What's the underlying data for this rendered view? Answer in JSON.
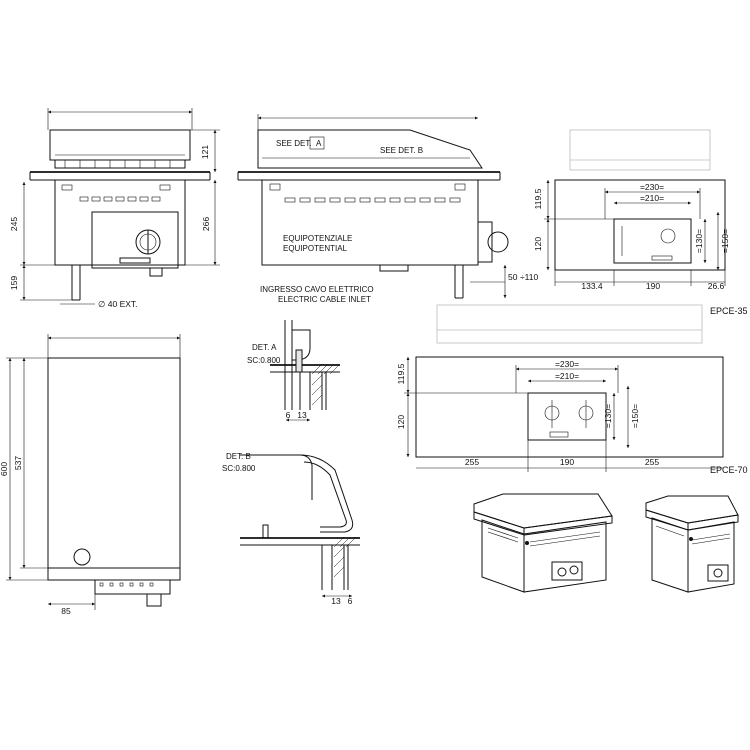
{
  "front_view": {
    "dim_top": "121",
    "dim_side_245": "245",
    "dim_side_159": "159",
    "dim_side_266": "266",
    "dim_pipe": "∅ 40 EXT."
  },
  "side_view": {
    "see_det_a": "SEE DET.",
    "see_det_a_letter": "A",
    "see_det_b": "SEE DET. B",
    "equip_it": "EQUIPOTENZIALE",
    "equip_en": "EQUIPOTENTIAL",
    "inlet_it": "INGRESSO CAVO ELETTRICO",
    "inlet_en": "ELECTRIC CABLE INLET",
    "dim_50": "50",
    "dim_110": "÷110"
  },
  "cutout_35": {
    "dim_119_5": "119.5",
    "dim_120": "120",
    "dim_230": "=230=",
    "dim_210": "=210=",
    "dim_130": "=130=",
    "dim_150": "=150=",
    "dim_133_4": "133.4",
    "dim_190": "190",
    "dim_26_6": "26.6",
    "model": "EPCE-35"
  },
  "top_view": {
    "dim_600": "600",
    "dim_537": "537",
    "dim_85": "85"
  },
  "detail_a": {
    "title": "DET. A",
    "scale": "SC:0.800",
    "dim_6": "6",
    "dim_13": "13"
  },
  "detail_b": {
    "title": "DET. B",
    "scale": "SC:0.800",
    "dim_13": "13",
    "dim_6": "6"
  },
  "cutout_70": {
    "dim_119_5": "119.5",
    "dim_120": "120",
    "dim_230": "=230=",
    "dim_210": "=210=",
    "dim_130": "=130=",
    "dim_150": "=150=",
    "dim_255_left": "255",
    "dim_190": "190",
    "dim_255_right": "255",
    "model": "EPCE-70"
  },
  "colors": {
    "line": "#111111",
    "ghost": "#bbbbbb",
    "paper": "#ffffff"
  }
}
